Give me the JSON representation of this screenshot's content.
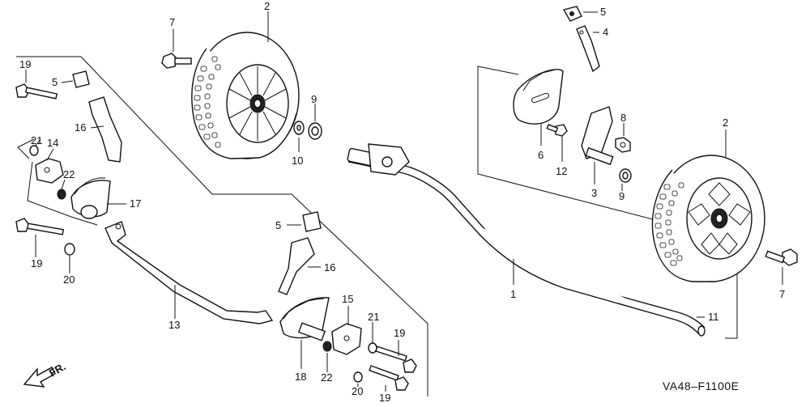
{
  "diagram": {
    "code": "VA48–F1100E",
    "front_label": "FR.",
    "callouts": {
      "c2a": "2",
      "c7a": "7",
      "c9a": "9",
      "c10": "10",
      "c5a": "5",
      "c4": "4",
      "c6": "6",
      "c12": "12",
      "c8": "8",
      "c3": "3",
      "c9b": "9",
      "c2b": "2",
      "c7b": "7",
      "c1": "1",
      "c11": "11",
      "c19a": "19",
      "c5b": "5",
      "c16a": "16",
      "c21a": "21",
      "c14": "14",
      "c22a": "22",
      "c17": "17",
      "c19b": "19",
      "c20a": "20",
      "c13": "13",
      "c5c": "5",
      "c16b": "16",
      "c15": "15",
      "c21b": "21",
      "c19c": "19",
      "c18": "18",
      "c22b": "22",
      "c20b": "20",
      "c19d": "19"
    }
  }
}
